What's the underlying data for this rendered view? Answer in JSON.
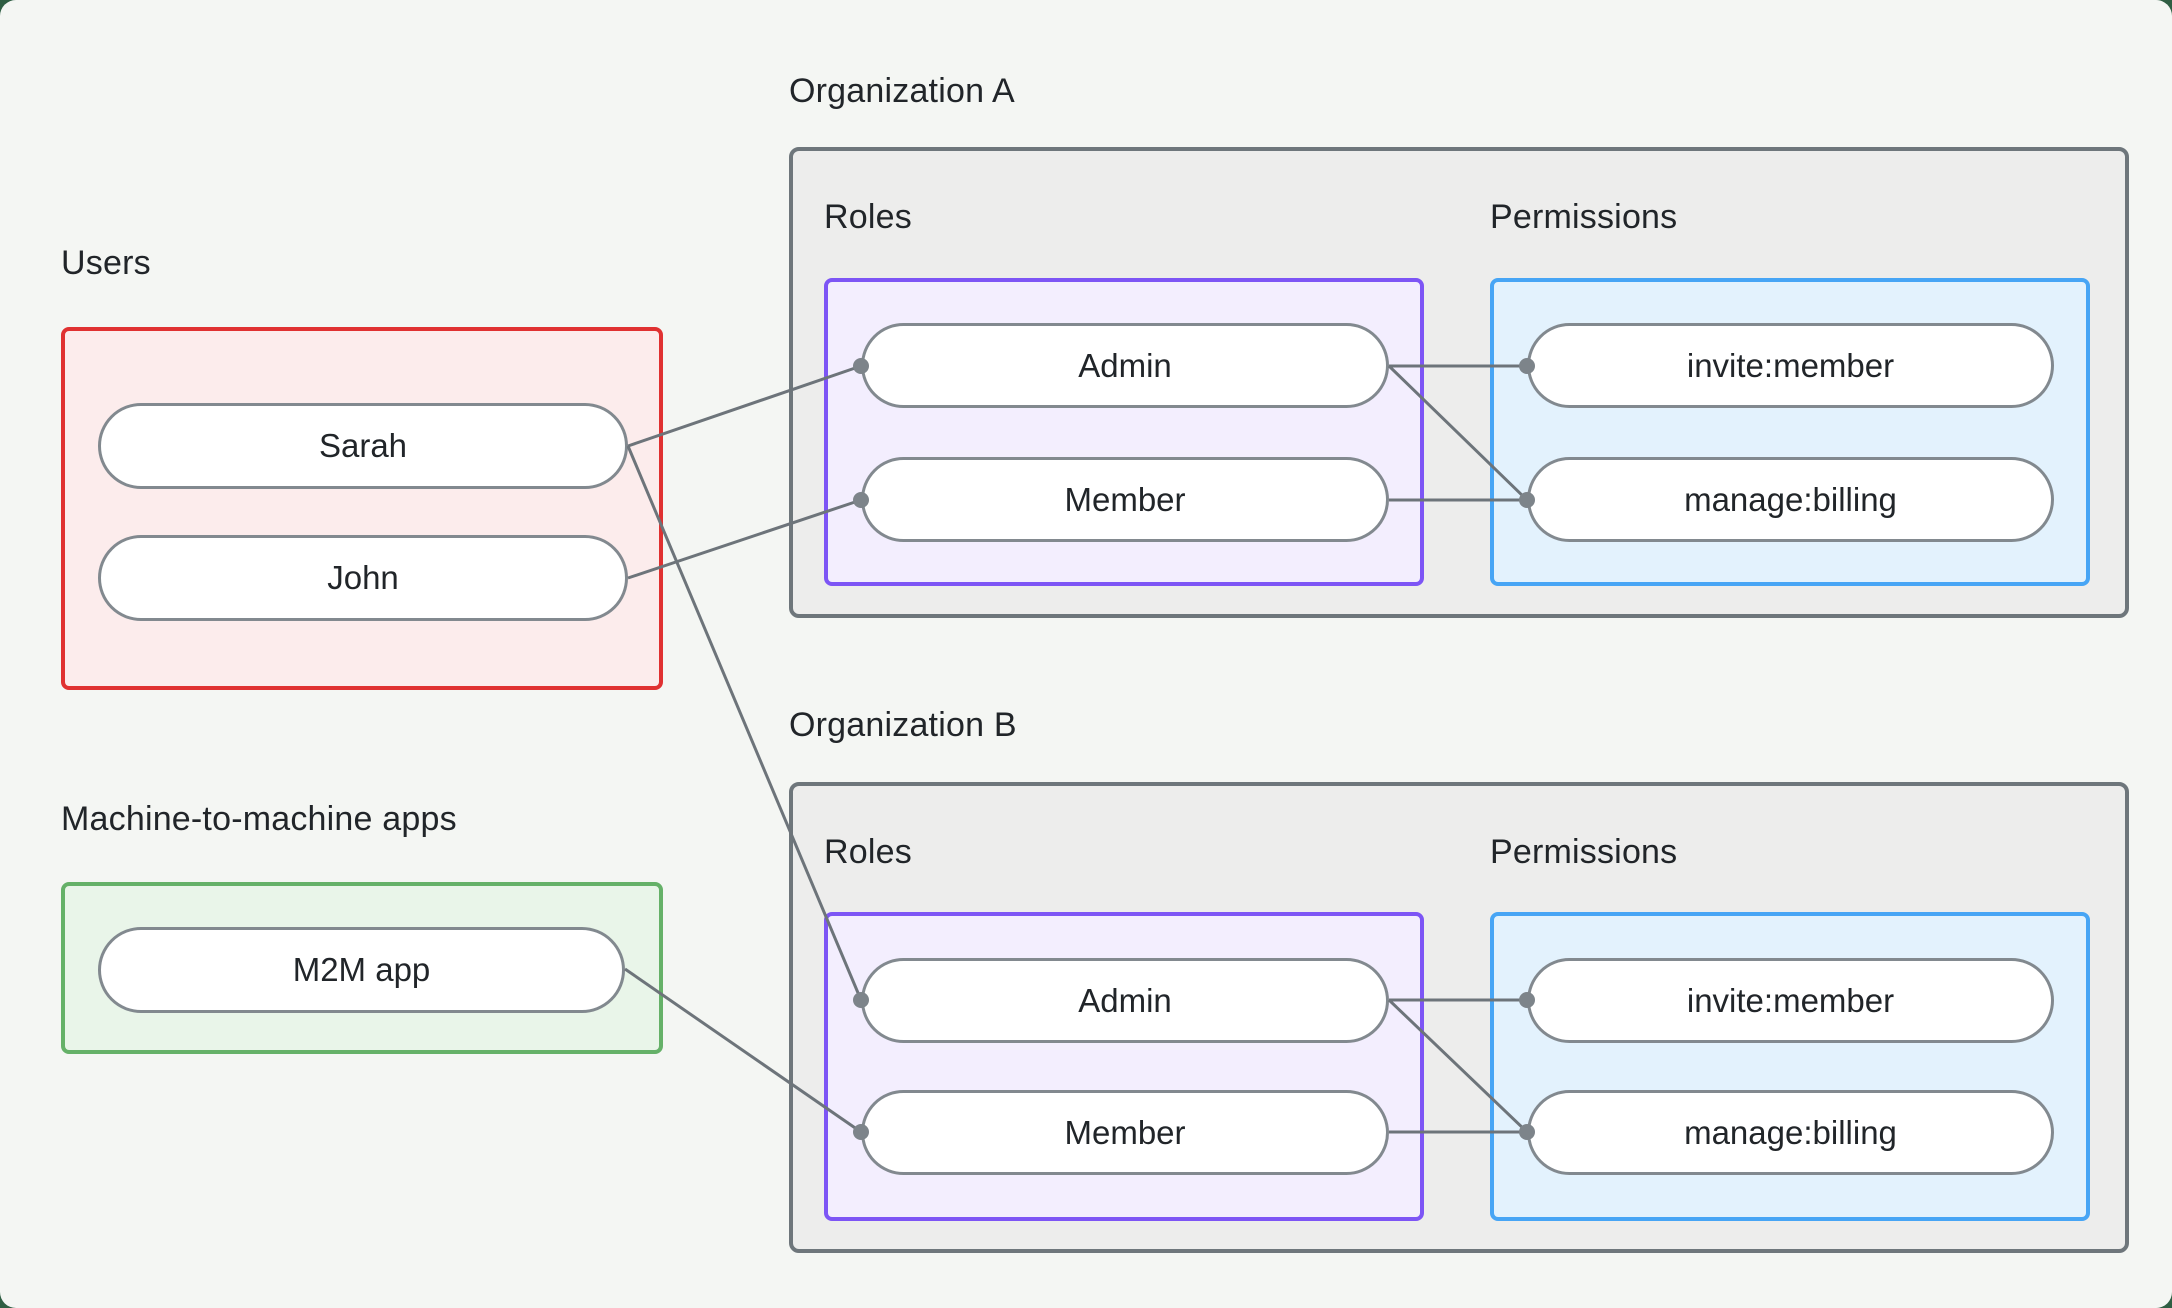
{
  "colors": {
    "page_outside": "#2f5e43",
    "canvas_background": "#f4f6f3",
    "users_border": "#e03131",
    "users_fill": "#fcecec",
    "m2m_border": "#65b168",
    "m2m_fill": "#e9f5e9",
    "roles_border": "#7d55f5",
    "roles_fill": "#f3eefe",
    "permissions_border": "#47a5f5",
    "permissions_fill": "#e3f2fd",
    "org_border": "#6e767b",
    "org_fill": "#ededec",
    "node_border": "#82898f",
    "edge_line": "#6d747a",
    "edge_dot": "#7d848a",
    "text": "#212529"
  },
  "users_group": {
    "label": "Users",
    "nodes": [
      {
        "label": "Sarah"
      },
      {
        "label": "John"
      }
    ]
  },
  "m2m_group": {
    "label": "Machine-to-machine apps",
    "nodes": [
      {
        "label": "M2M app"
      }
    ]
  },
  "org_a": {
    "label": "Organization A",
    "roles_label": "Roles",
    "permissions_label": "Permissions",
    "roles": [
      {
        "label": "Admin"
      },
      {
        "label": "Member"
      }
    ],
    "permissions": [
      {
        "label": "invite:member"
      },
      {
        "label": "manage:billing"
      }
    ]
  },
  "org_b": {
    "label": "Organization B",
    "roles_label": "Roles",
    "permissions_label": "Permissions",
    "roles": [
      {
        "label": "Admin"
      },
      {
        "label": "Member"
      }
    ],
    "permissions": [
      {
        "label": "invite:member"
      },
      {
        "label": "manage:billing"
      }
    ]
  },
  "connections": [
    {
      "from": "Sarah",
      "to": "Organization A / Admin"
    },
    {
      "from": "John",
      "to": "Organization A / Member"
    },
    {
      "from": "Sarah",
      "to": "Organization B / Admin"
    },
    {
      "from": "M2M app",
      "to": "Organization B / Member"
    },
    {
      "from": "Organization A / Admin",
      "to": "Organization A / invite:member"
    },
    {
      "from": "Organization A / Admin",
      "to": "Organization A / manage:billing"
    },
    {
      "from": "Organization A / Member",
      "to": "Organization A / manage:billing"
    },
    {
      "from": "Organization B / Admin",
      "to": "Organization B / invite:member"
    },
    {
      "from": "Organization B / Admin",
      "to": "Organization B / manage:billing"
    },
    {
      "from": "Organization B / Member",
      "to": "Organization B / manage:billing"
    }
  ]
}
